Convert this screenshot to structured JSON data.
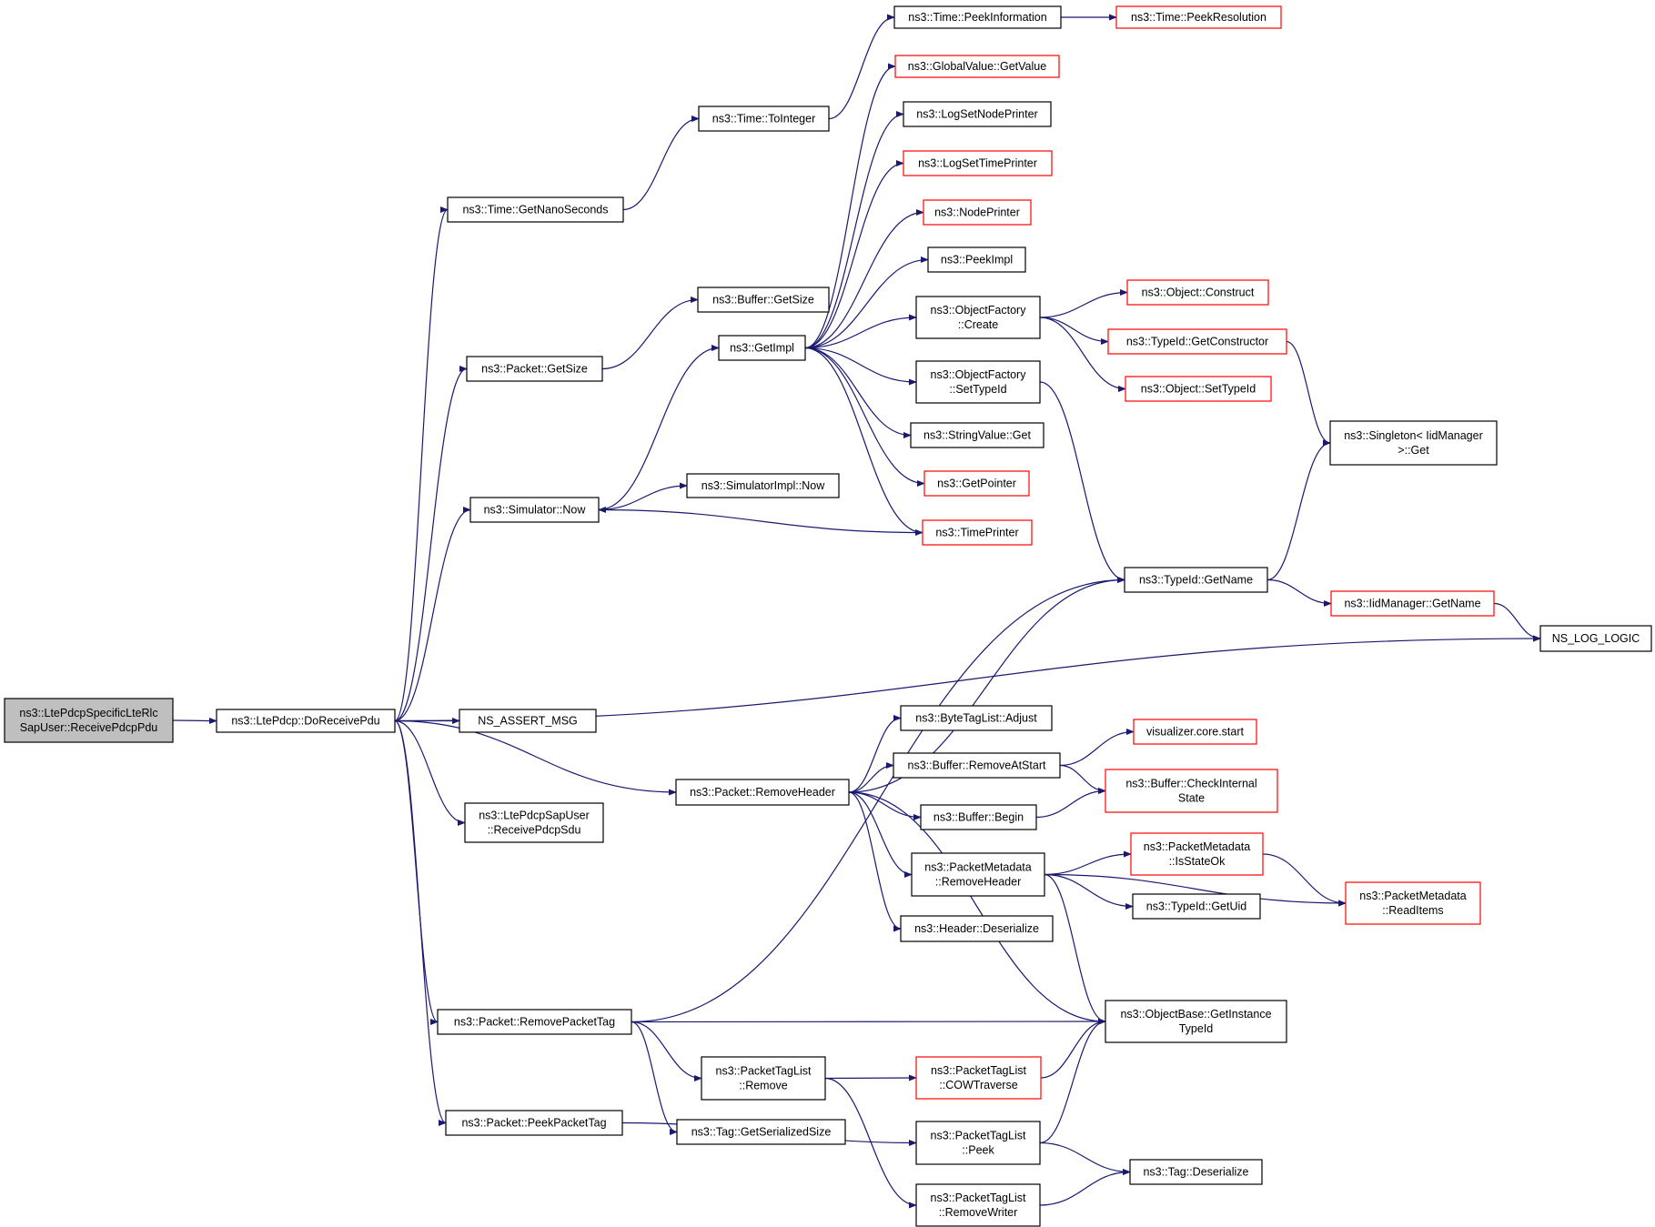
{
  "nodes": [
    {
      "id": "root",
      "lines": [
        "ns3::LtePdcpSpecificLteRlc",
        "SapUser::ReceivePdcpPdu"
      ],
      "style": "root"
    },
    {
      "id": "doReceivePdu",
      "lines": [
        "ns3::LtePdcp::DoReceivePdu"
      ],
      "style": "normal"
    },
    {
      "id": "getNanoSeconds",
      "lines": [
        "ns3::Time::GetNanoSeconds"
      ],
      "style": "normal"
    },
    {
      "id": "toInteger",
      "lines": [
        "ns3::Time::ToInteger"
      ],
      "style": "normal"
    },
    {
      "id": "peekInformation",
      "lines": [
        "ns3::Time::PeekInformation"
      ],
      "style": "normal"
    },
    {
      "id": "peekResolution",
      "lines": [
        "ns3::Time::PeekResolution"
      ],
      "style": "red"
    },
    {
      "id": "globalGetValue",
      "lines": [
        "ns3::GlobalValue::GetValue"
      ],
      "style": "red"
    },
    {
      "id": "logSetNodePrinter",
      "lines": [
        "ns3::LogSetNodePrinter"
      ],
      "style": "normal"
    },
    {
      "id": "logSetTimePrinter",
      "lines": [
        "ns3::LogSetTimePrinter"
      ],
      "style": "red"
    },
    {
      "id": "nodePrinter",
      "lines": [
        "ns3::NodePrinter"
      ],
      "style": "red"
    },
    {
      "id": "peekImpl",
      "lines": [
        "ns3::PeekImpl"
      ],
      "style": "normal"
    },
    {
      "id": "ofCreate",
      "lines": [
        "ns3::ObjectFactory",
        "::Create"
      ],
      "style": "normal"
    },
    {
      "id": "objConstruct",
      "lines": [
        "ns3::Object::Construct"
      ],
      "style": "red"
    },
    {
      "id": "typeIdGetConstructor",
      "lines": [
        "ns3::TypeId::GetConstructor"
      ],
      "style": "red"
    },
    {
      "id": "objSetTypeId",
      "lines": [
        "ns3::Object::SetTypeId"
      ],
      "style": "red"
    },
    {
      "id": "bufferGetSize",
      "lines": [
        "ns3::Buffer::GetSize"
      ],
      "style": "normal"
    },
    {
      "id": "getImpl",
      "lines": [
        "ns3::GetImpl"
      ],
      "style": "normal"
    },
    {
      "id": "packetGetSize",
      "lines": [
        "ns3::Packet::GetSize"
      ],
      "style": "normal"
    },
    {
      "id": "ofSetTypeId",
      "lines": [
        "ns3::ObjectFactory",
        "::SetTypeId"
      ],
      "style": "normal"
    },
    {
      "id": "singletonGet",
      "lines": [
        "ns3::Singleton< IidManager",
        ">::Get"
      ],
      "style": "normal"
    },
    {
      "id": "stringValueGet",
      "lines": [
        "ns3::StringValue::Get"
      ],
      "style": "normal"
    },
    {
      "id": "getPointer",
      "lines": [
        "ns3::GetPointer"
      ],
      "style": "red"
    },
    {
      "id": "simulatorNow",
      "lines": [
        "ns3::Simulator::Now"
      ],
      "style": "normal"
    },
    {
      "id": "simImplNow",
      "lines": [
        "ns3::SimulatorImpl::Now"
      ],
      "style": "normal"
    },
    {
      "id": "timePrinter",
      "lines": [
        "ns3::TimePrinter"
      ],
      "style": "red"
    },
    {
      "id": "typeIdGetName",
      "lines": [
        "ns3::TypeId::GetName"
      ],
      "style": "normal"
    },
    {
      "id": "iidGetName",
      "lines": [
        "ns3::IidManager::GetName"
      ],
      "style": "red"
    },
    {
      "id": "nsLogLogic",
      "lines": [
        "NS_LOG_LOGIC"
      ],
      "style": "normal"
    },
    {
      "id": "nsAssertMsg",
      "lines": [
        "NS_ASSERT_MSG"
      ],
      "style": "normal"
    },
    {
      "id": "byteTagAdjust",
      "lines": [
        "ns3::ByteTagList::Adjust"
      ],
      "style": "normal"
    },
    {
      "id": "bufferRemoveAtStart",
      "lines": [
        "ns3::Buffer::RemoveAtStart"
      ],
      "style": "normal"
    },
    {
      "id": "vizStart",
      "lines": [
        "visualizer.core.start"
      ],
      "style": "red"
    },
    {
      "id": "packetRemoveHeader",
      "lines": [
        "ns3::Packet::RemoveHeader"
      ],
      "style": "normal"
    },
    {
      "id": "bufferCheckInternal",
      "lines": [
        "ns3::Buffer::CheckInternal",
        "State"
      ],
      "style": "red"
    },
    {
      "id": "bufferBegin",
      "lines": [
        "ns3::Buffer::Begin"
      ],
      "style": "normal"
    },
    {
      "id": "ltePdcpSapUser",
      "lines": [
        "ns3::LtePdcpSapUser",
        "::ReceivePdcpSdu"
      ],
      "style": "normal"
    },
    {
      "id": "pmRemoveHeader",
      "lines": [
        "ns3::PacketMetadata",
        "::RemoveHeader"
      ],
      "style": "normal"
    },
    {
      "id": "pmIsStateOk",
      "lines": [
        "ns3::PacketMetadata",
        "::IsStateOk"
      ],
      "style": "red"
    },
    {
      "id": "pmReadItems",
      "lines": [
        "ns3::PacketMetadata",
        "::ReadItems"
      ],
      "style": "red"
    },
    {
      "id": "typeIdGetUid",
      "lines": [
        "ns3::TypeId::GetUid"
      ],
      "style": "normal"
    },
    {
      "id": "headerDeserialize",
      "lines": [
        "ns3::Header::Deserialize"
      ],
      "style": "normal"
    },
    {
      "id": "objBaseGetInstance",
      "lines": [
        "ns3::ObjectBase::GetInstance",
        "TypeId"
      ],
      "style": "normal"
    },
    {
      "id": "packetRemovePacketTag",
      "lines": [
        "ns3::Packet::RemovePacketTag"
      ],
      "style": "normal"
    },
    {
      "id": "ptlRemove",
      "lines": [
        "ns3::PacketTagList",
        "::Remove"
      ],
      "style": "normal"
    },
    {
      "id": "ptlCowTraverse",
      "lines": [
        "ns3::PacketTagList",
        "::COWTraverse"
      ],
      "style": "red"
    },
    {
      "id": "packetPeekPacketTag",
      "lines": [
        "ns3::Packet::PeekPacketTag"
      ],
      "style": "normal"
    },
    {
      "id": "tagGetSerializedSize",
      "lines": [
        "ns3::Tag::GetSerializedSize"
      ],
      "style": "normal"
    },
    {
      "id": "ptlPeek",
      "lines": [
        "ns3::PacketTagList",
        "::Peek"
      ],
      "style": "normal"
    },
    {
      "id": "tagDeserialize",
      "lines": [
        "ns3::Tag::Deserialize"
      ],
      "style": "normal"
    },
    {
      "id": "ptlRemoveWriter",
      "lines": [
        "ns3::PacketTagList",
        "::RemoveWriter"
      ],
      "style": "normal"
    }
  ],
  "edges": [
    [
      "root",
      "doReceivePdu"
    ],
    [
      "doReceivePdu",
      "getNanoSeconds"
    ],
    [
      "getNanoSeconds",
      "toInteger"
    ],
    [
      "toInteger",
      "peekInformation"
    ],
    [
      "peekInformation",
      "peekResolution"
    ],
    [
      "doReceivePdu",
      "packetGetSize"
    ],
    [
      "packetGetSize",
      "bufferGetSize"
    ],
    [
      "doReceivePdu",
      "simulatorNow"
    ],
    [
      "simulatorNow",
      "getImpl"
    ],
    [
      "simulatorNow",
      "simImplNow"
    ],
    [
      "timePrinter",
      "simulatorNow"
    ],
    [
      "getImpl",
      "globalGetValue"
    ],
    [
      "getImpl",
      "logSetNodePrinter"
    ],
    [
      "getImpl",
      "logSetTimePrinter"
    ],
    [
      "getImpl",
      "nodePrinter"
    ],
    [
      "getImpl",
      "peekImpl"
    ],
    [
      "getImpl",
      "ofCreate"
    ],
    [
      "getImpl",
      "ofSetTypeId"
    ],
    [
      "getImpl",
      "stringValueGet"
    ],
    [
      "getImpl",
      "getPointer"
    ],
    [
      "getImpl",
      "timePrinter"
    ],
    [
      "ofCreate",
      "objConstruct"
    ],
    [
      "ofCreate",
      "typeIdGetConstructor"
    ],
    [
      "ofCreate",
      "objSetTypeId"
    ],
    [
      "typeIdGetConstructor",
      "singletonGet"
    ],
    [
      "ofSetTypeId",
      "typeIdGetName"
    ],
    [
      "typeIdGetName",
      "singletonGet"
    ],
    [
      "typeIdGetName",
      "iidGetName"
    ],
    [
      "iidGetName",
      "nsLogLogic"
    ],
    [
      "doReceivePdu",
      "nsLogLogic"
    ],
    [
      "doReceivePdu",
      "nsAssertMsg"
    ],
    [
      "doReceivePdu",
      "packetRemoveHeader"
    ],
    [
      "doReceivePdu",
      "ltePdcpSapUser"
    ],
    [
      "doReceivePdu",
      "packetRemovePacketTag"
    ],
    [
      "doReceivePdu",
      "packetPeekPacketTag"
    ],
    [
      "packetRemoveHeader",
      "typeIdGetName"
    ],
    [
      "packetRemoveHeader",
      "byteTagAdjust"
    ],
    [
      "packetRemoveHeader",
      "bufferRemoveAtStart"
    ],
    [
      "packetRemoveHeader",
      "bufferBegin"
    ],
    [
      "packetRemoveHeader",
      "pmRemoveHeader"
    ],
    [
      "packetRemoveHeader",
      "headerDeserialize"
    ],
    [
      "packetRemoveHeader",
      "objBaseGetInstance"
    ],
    [
      "bufferRemoveAtStart",
      "vizStart"
    ],
    [
      "bufferRemoveAtStart",
      "bufferCheckInternal"
    ],
    [
      "bufferBegin",
      "bufferCheckInternal"
    ],
    [
      "pmRemoveHeader",
      "pmIsStateOk"
    ],
    [
      "pmRemoveHeader",
      "typeIdGetUid"
    ],
    [
      "pmRemoveHeader",
      "pmReadItems"
    ],
    [
      "pmRemoveHeader",
      "objBaseGetInstance"
    ],
    [
      "pmIsStateOk",
      "pmReadItems"
    ],
    [
      "packetRemovePacketTag",
      "typeIdGetName"
    ],
    [
      "packetRemovePacketTag",
      "objBaseGetInstance"
    ],
    [
      "packetRemovePacketTag",
      "ptlRemove"
    ],
    [
      "packetRemovePacketTag",
      "tagGetSerializedSize"
    ],
    [
      "ptlRemove",
      "ptlCowTraverse"
    ],
    [
      "ptlRemove",
      "ptlRemoveWriter"
    ],
    [
      "ptlCowTraverse",
      "objBaseGetInstance"
    ],
    [
      "packetPeekPacketTag",
      "ptlPeek"
    ],
    [
      "ptlPeek",
      "objBaseGetInstance"
    ],
    [
      "ptlPeek",
      "tagDeserialize"
    ],
    [
      "ptlRemoveWriter",
      "tagDeserialize"
    ]
  ],
  "colors": {
    "edge": "#191970",
    "border_normal": "#000000",
    "border_red": "#ff0000",
    "root_fill": "#bfbfbf",
    "node_fill": "#ffffff",
    "text": "#000000"
  }
}
